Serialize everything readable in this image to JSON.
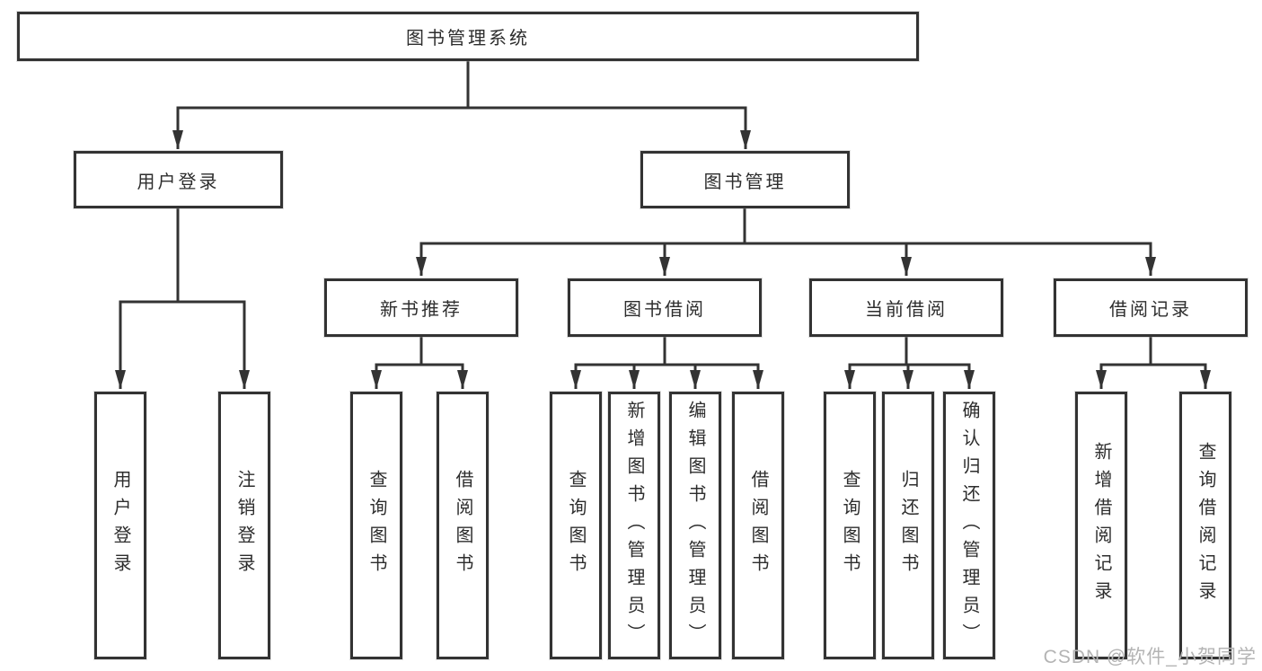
{
  "tree": {
    "title": "图书管理系统",
    "branches": [
      {
        "label": "用户登录",
        "children": [
          {
            "label": "用户登录"
          },
          {
            "label": "注销登录"
          }
        ]
      },
      {
        "label": "图书管理",
        "children": [
          {
            "label": "新书推荐",
            "children": [
              {
                "label": "查询图书"
              },
              {
                "label": "借阅图书"
              }
            ]
          },
          {
            "label": "图书借阅",
            "children": [
              {
                "label": "查询图书"
              },
              {
                "label": "新增图书（管理员）"
              },
              {
                "label": "编辑图书（管理员）"
              },
              {
                "label": "借阅图书"
              }
            ]
          },
          {
            "label": "当前借阅",
            "children": [
              {
                "label": "查询图书"
              },
              {
                "label": "归还图书"
              },
              {
                "label": "确认归还（管理员）"
              }
            ]
          },
          {
            "label": "借阅记录",
            "children": [
              {
                "label": "新增借阅记录"
              },
              {
                "label": "查询借阅记录"
              }
            ]
          }
        ]
      }
    ]
  },
  "watermark": {
    "text": "CSDN @软件_小贺同学"
  },
  "colors": {
    "line": "#333333",
    "box_border": "#333333",
    "box_fill": "#ffffff",
    "text": "#2d2d2d",
    "watermark": "#b4b4b4"
  }
}
